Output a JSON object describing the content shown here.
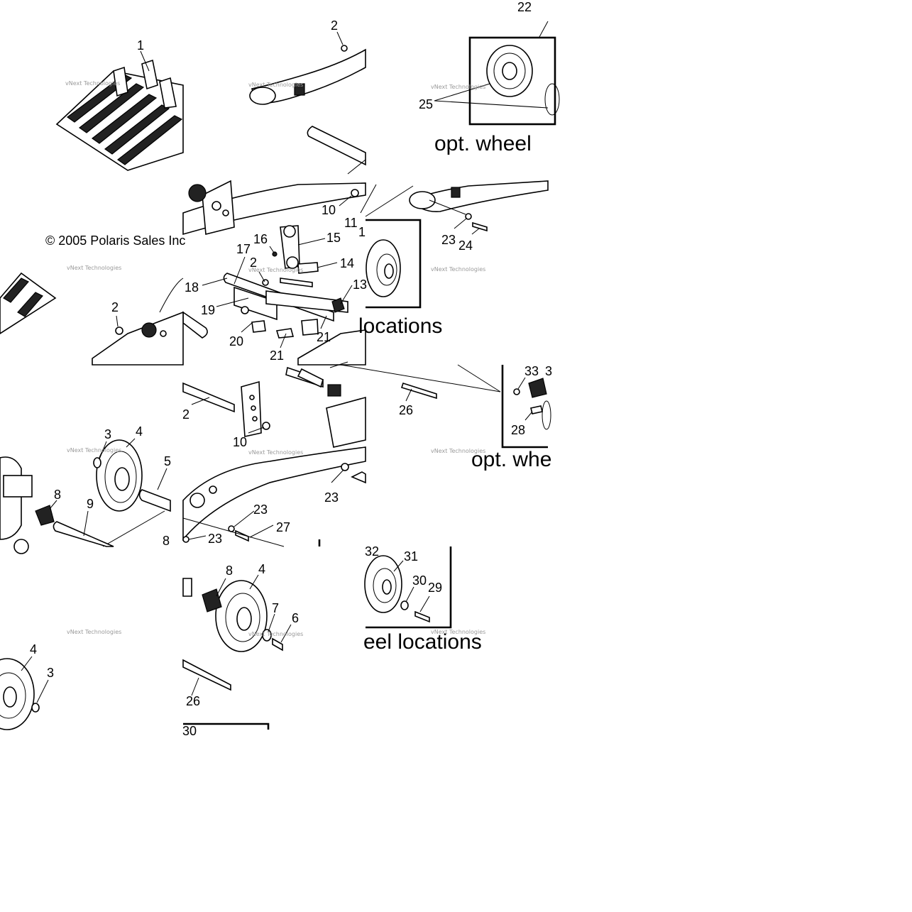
{
  "copyright": "© 2005 Polaris Sales Inc",
  "watermark": "vNext Technologies",
  "callouts": [
    {
      "id": "c1",
      "text": "1"
    },
    {
      "id": "c2a",
      "text": "2"
    },
    {
      "id": "c22",
      "text": "22"
    },
    {
      "id": "c25",
      "text": "25"
    },
    {
      "id": "c10a",
      "text": "10"
    },
    {
      "id": "c11",
      "text": "11"
    },
    {
      "id": "c12a",
      "text": "1"
    },
    {
      "id": "c16",
      "text": "16"
    },
    {
      "id": "c15",
      "text": "15"
    },
    {
      "id": "c17",
      "text": "17"
    },
    {
      "id": "c2b",
      "text": "2"
    },
    {
      "id": "c14",
      "text": "14"
    },
    {
      "id": "c18",
      "text": "18"
    },
    {
      "id": "c13",
      "text": "13"
    },
    {
      "id": "c19",
      "text": "19"
    },
    {
      "id": "c20",
      "text": "20"
    },
    {
      "id": "c21a",
      "text": "21"
    },
    {
      "id": "c21b",
      "text": "21"
    },
    {
      "id": "c2c",
      "text": "2"
    },
    {
      "id": "c23a",
      "text": "23"
    },
    {
      "id": "c24",
      "text": "24"
    },
    {
      "id": "c33",
      "text": "33"
    },
    {
      "id": "c3x",
      "text": "3"
    },
    {
      "id": "c26a",
      "text": "26"
    },
    {
      "id": "c28",
      "text": "28"
    },
    {
      "id": "c2d",
      "text": "2"
    },
    {
      "id": "c10b",
      "text": "10"
    },
    {
      "id": "c3a",
      "text": "3"
    },
    {
      "id": "c4a",
      "text": "4"
    },
    {
      "id": "c5",
      "text": "5"
    },
    {
      "id": "c8a",
      "text": "8"
    },
    {
      "id": "c9",
      "text": "9"
    },
    {
      "id": "c8b",
      "text": "8"
    },
    {
      "id": "c23b",
      "text": "23"
    },
    {
      "id": "c23c",
      "text": "23"
    },
    {
      "id": "c27",
      "text": "27"
    },
    {
      "id": "c23d",
      "text": "23"
    },
    {
      "id": "c32",
      "text": "32"
    },
    {
      "id": "c31",
      "text": "31"
    },
    {
      "id": "c30",
      "text": "30"
    },
    {
      "id": "c29",
      "text": "29"
    },
    {
      "id": "c8c",
      "text": "8"
    },
    {
      "id": "c4b",
      "text": "4"
    },
    {
      "id": "c7",
      "text": "7"
    },
    {
      "id": "c6",
      "text": "6"
    },
    {
      "id": "c4c",
      "text": "4"
    },
    {
      "id": "c3b",
      "text": "3"
    },
    {
      "id": "c26b",
      "text": "26"
    },
    {
      "id": "c30b",
      "text": "30"
    }
  ],
  "captions": [
    {
      "id": "cap1",
      "text": "opt. wheel"
    },
    {
      "id": "cap2",
      "text": "locations"
    },
    {
      "id": "cap3",
      "text": "opt. whe"
    },
    {
      "id": "cap4",
      "text": "eel locations"
    }
  ]
}
